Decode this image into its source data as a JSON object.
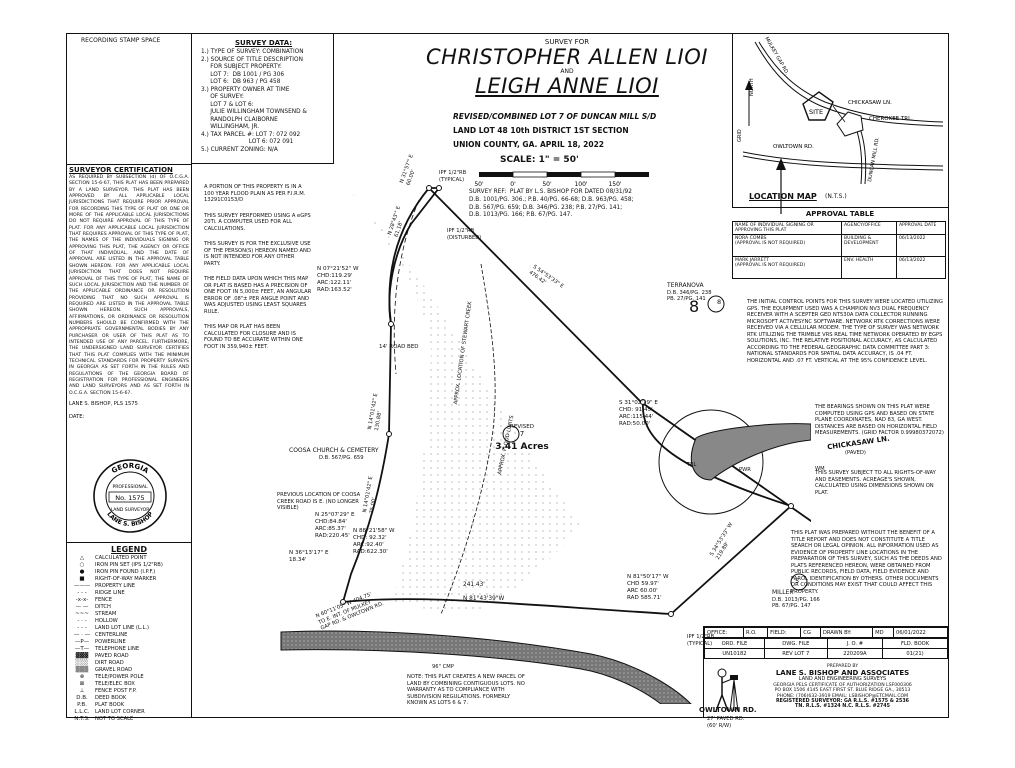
{
  "recording_stamp": "RECORDING STAMP SPACE",
  "survey_data": {
    "heading": "SURVEY DATA:",
    "lines": [
      "1.) TYPE OF SURVEY: COMBINATION",
      "2.) SOURCE OF TITLE DESCRIPTION",
      "     FOR SUBJECT PROPERTY:",
      "     LOT 7:  DB 1001 / PG 306",
      "     LOT 6:  DB 963 / PG 458",
      "3.) PROPERTY OWNER AT TIME",
      "     OF SURVEY:",
      "     LOT 7 & LOT 6:",
      "     JULIE WILLINGHAM TOWNSEND &",
      "     RANDOLPH CLAIBORNE",
      "     WILLINGHAM, JR.",
      "4.) TAX PARCEL #: LOT 7: 072 092",
      "                          LOT 6: 072 091",
      "5.) CURRENT ZONING: N/A"
    ]
  },
  "title": {
    "survey_for": "SURVEY FOR",
    "name1": "CHRISTOPHER ALLEN LIOI",
    "and": "AND",
    "name2": "LEIGH ANNE LIOI",
    "subtitle": "REVISED/COMBINED LOT 7 OF DUNCAN MILL S/D",
    "land_lot": "LAND LOT 48  10th DISTRICT  1ST SECTION",
    "county": "UNION COUNTY,  GA.    APRIL 18, 2022",
    "scale": "SCALE:  1\" = 50'",
    "scale_ticks": [
      "50'",
      "0'",
      "50'",
      "100'",
      "150'"
    ],
    "survey_ref": "SURVEY REF:  PLAT BY L.S. BISHOP FOR DATED 08/31/92\nD.B. 1001/PG. 306.; P.B. 40/PG. 66-68; D.B. 963/PG. 458;\nD.B. 567/PG. 659; D.B. 346/PG. 238; P.B. 27/PG. 141;\nD.B. 1013/PG. 166; P.B. 67/PG. 147."
  },
  "location_map": {
    "title": "LOCATION MAP",
    "nts": "(N.T.S.)",
    "roads": [
      "MULKEY GAP RD.",
      "CHICKASAW LN.",
      "CHEROKEE TRL.",
      "OWLTOWN RD.",
      "DUNCAN MILL RD."
    ],
    "site": "SITE",
    "north": "NORTH",
    "grid": "GRID"
  },
  "approval": {
    "title": "APPROVAL TABLE",
    "headers": [
      "NAME OF INDIVIDUAL SIGNING OR APPROVING THIS PLAT",
      "AGENCY/OFFICE",
      "APPROVAL DATE"
    ],
    "rows": [
      [
        "NORA COMBS\n(APPROVAL IS NOT REQUIRED)",
        "BUILDING &\nDEVELOPMENT",
        "06/13/2022"
      ],
      [
        "MARK JARRETT\n(APPROVAL IS NOT REQUIRED)",
        "ENV. HEALTH",
        "06/13/2022"
      ]
    ]
  },
  "certification": {
    "heading": "SURVEYOR CERTIFICATION",
    "text": "AS REQUIRED BY SUBSECTION (d) OF O.C.G.A. SECTION 15-6-67, THIS PLAT HAS BEEN PREPARED BY A LAND SURVEYOR. THIS PLAT HAS BEEN APPROVED BY ALL APPLICABLE LOCAL JURISDICTIONS THAT REQUIRE PRIOR APPROVAL FOR RECORDING THIS TYPE OF PLAT OR ONE OR MORE OF THE APPLICABLE LOCAL JURISDICTIONS DO NOT REQUIRE APPROVAL OF THIS TYPE OF PLAT. FOR ANY APPLICABLE LOCAL JURISDICTION THAT REQUIRES APPROVAL OF THIS TYPE OF PLAT, THE NAMES OF THE INDIVIDUALS SIGNING OR APPROVING THIS PLAT, THE AGENCY OR OFFICE OF THAT INDIVIDUAL, AND THE DATE OF APPROVAL ARE LISTED IN THE APPROVAL TABLE SHOWN HEREON. FOR ANY APPLICABLE LOCAL JURISDICTION THAT DOES NOT REQUIRE APPROVAL OF THIS TYPE OF PLAT, THE NAME OF SUCH LOCAL JURISDICTION AND THE NUMBER OF THE APPLICABLE ORDINANCE OR RESOLUTION PROVIDING THAT NO SUCH APPROVAL IS REQUIRED ARE LISTED IN THE APPROVAL TABLE SHOWN HEREON. SUCH APPROVALS, AFFIRMATIONS, OR ORDINANCE OR RESOLUTION NUMBERS SHOULD BE CONFIRMED WITH THE APPROPRIATE GOVERNMENTAL BODIES BY ANY PURCHASER OR USER OF THIS PLAT AS TO INTENDED USE OF ANY PARCEL. FURTHERMORE, THE UNDERSIGNED LAND SURVEYOR CERTIFIES THAT THIS PLAT COMPLIES WITH THE MINIMUM TECHNICAL STANDARDS FOR PROPERTY SURVEYS IN GEORGIA AS SET FORTH IN THE RULES AND REGULATIONS OF THE GEORGIA BOARD OF REGISTRATION FOR PROFESSIONAL ENGINEERS AND LAND SURVEYORS AND AS SET FORTH IN O.C.G.A. SECTION 15-6-67.",
    "signer": "LANE S. BISHOP, PLS 1575",
    "date_label": "DATE:",
    "seal": {
      "top": "GEORGIA",
      "mid1": "PROFESSIONAL",
      "mid2": "LAND SURVEYOR",
      "num": "No. 1575",
      "bottom": "LANE S. BISHOP"
    }
  },
  "legend": {
    "heading": "LEGEND",
    "items": [
      {
        "sym": "△",
        "label": "CALCULATED POINT"
      },
      {
        "sym": "○",
        "label": "IRON PIN SET (IPS 1/2\"RB)"
      },
      {
        "sym": "●",
        "label": "IRON PIN FOUND (I.P.F.)"
      },
      {
        "sym": "■",
        "label": "RIGHT-OF-WAY MARKER"
      },
      {
        "sym": "———",
        "label": "PROPERTY LINE"
      },
      {
        "sym": "- - -",
        "label": "RIDGE LINE"
      },
      {
        "sym": "-x-x-",
        "label": "FENCE"
      },
      {
        "sym": "— —",
        "label": "DITCH"
      },
      {
        "sym": "~~~",
        "label": "STREAM"
      },
      {
        "sym": "- · -",
        "label": "HOLLOW"
      },
      {
        "sym": "- - -",
        "label": "LAND LOT LINE (L.L.)"
      },
      {
        "sym": "— · —",
        "label": "CENTERLINE"
      },
      {
        "sym": "—P—",
        "label": "POWERLINE"
      },
      {
        "sym": "—T—",
        "label": "TELEPHONE LINE"
      },
      {
        "sym": "▓▓▓",
        "label": "PAVED ROAD"
      },
      {
        "sym": "░░░",
        "label": "DIRT ROAD"
      },
      {
        "sym": "▒▒▒",
        "label": "GRAVEL ROAD"
      },
      {
        "sym": "⊗",
        "label": "TELE/POWER POLE"
      },
      {
        "sym": "⊠",
        "label": "TELE/ELEC BOX"
      },
      {
        "sym": "⊥",
        "label": "FENCE POST F.P."
      },
      {
        "sym": "D.B.",
        "label": "DEED BOOK"
      },
      {
        "sym": "P.B.",
        "label": "PLAT BOOK"
      },
      {
        "sym": "L.L.C.",
        "label": "LAND LOT CORNER"
      },
      {
        "sym": "N.T.S.",
        "label": "NOT TO SCALE"
      }
    ]
  },
  "notes_left": [
    "A PORTION OF THIS PROPERTY IS IN A 100 YEAR FLOOD PLAIN AS PER F.I.R.M. 13291C0153/D",
    "THIS SURVEY PERFORMED USING A eGPS 20Ti. A COMPUTER USED FOR ALL CALCULATIONS.",
    "THIS SURVEY IS FOR THE EXCLUSIVE USE OF THE PERSON(S) HEREON NAMED AND IS NOT INTENDED FOR ANY OTHER PARTY.",
    "THE FIELD DATA UPON WHICH THIS MAP OR PLAT IS BASED HAS A PRECISION OF ONE FOOT IN 5,000± FEET, AN ANGULAR ERROR OF .08\"± PER ANGLE POINT AND WAS ADJUSTED USING LEAST SQUARES RULE.",
    "THIS MAP OR PLAT HAS BEEN CALCULATED FOR CLOSURE AND IS FOUND TO BE ACCURATE WITHIN ONE FOOT IN 359,940± FEET."
  ],
  "notes_right": [
    "THE INITIAL CONTROL POINTS FOR THIS SURVEY WERE LOCATED UTILIZING GPS. THE EQUIPMENT USED WAS A CHAMPION NV3 DUAL FREQUENCY RECEIVER WITH A SCEPTER GED NT530A DATA COLLECTOR RUNNING MICROSOFT ACTIVESYNC SOFTWARE. NETWORK RTK CORRECTIONS WERE RECEIVED VIA A CELLULAR MODEM. THE TYPE OF SURVEY WAS NETWORK RTK UTILIZING THE TRIMBLE VRS REAL TIME NETWORK OPERATED BY EGPS SOLUTIONS, INC. THE RELATIVE POSITIONAL ACCURACY, AS CALCULATED ACCORDING TO THE FEDERAL GEOGRAPHIC DATA COMMITTEE PART 3: NATIONAL STANDARDS FOR SPATIAL DATA ACCURACY, IS .04 FT. HORIZONTAL AND .07 FT. VERTICAL AT THE 95% CONFIDENCE LEVEL.",
    "THE BEARINGS SHOWN ON THIS PLAT WERE COMPUTED USING GPS AND BASED ON STATE PLANE COORDINATES, NAD 83, GA WEST. DISTANCES ARE BASED ON HORIZONTAL FIELD MEASUREMENTS. (GRID FACTOR 0.99980372072)",
    "THIS SURVEY SUBJECT TO ALL RIGHTS-OF-WAY AND EASEMENTS. ACREAGE'S SHOWN, CALCULATED USING DIMENSIONS SHOWN ON PLAT.",
    "THIS PLAT WAS PREPARED WITHOUT THE BENEFIT OF A TITLE REPORT AND DOES NOT CONSTITUTE A TITLE SEARCH OR LEGAL OPINION. ALL INFORMATION USED AS EVIDENCE OF PROPERTY LINE LOCATIONS IN THE PREPARATION OF THIS SURVEY, SUCH AS THE DEEDS AND PLATS REFERENCED HEREON, WERE OBTAINED FROM PUBLIC RECORDS, FIELD DATA, FIELD EVIDENCE AND PAROL IDENTIFICATION BY OTHERS. OTHER DOCUMENTS OR CONDITIONS MAY EXIST THAT COULD AFFECT THIS PROPERTY."
  ],
  "note_bottom": "NOTE: THIS PLAT CREATES A NEW PARCEL OF LAND BY COMBINING CONTIGUOUS LOTS. NO WARRANTY AS TO COMPLIANCE WITH SUBDIVISION REGULATIONS. FORMERLY KNOWN AS LOTS 6 & 7.",
  "plan": {
    "lot_circle": "7",
    "revised": "REVISED",
    "acres": "3.41 Acres",
    "terranova": {
      "num": "8",
      "name": "TERRANOVA",
      "ref": "D.B. 346/PG. 238\nPB. 27/PG. 141"
    },
    "miller": {
      "num": "5",
      "name": "MILLER",
      "ref": "D.B. 1013/PG. 166\nPB. 67/PG. 147"
    },
    "coosa": {
      "name": "COOSA CHURCH & CEMETERY",
      "ref": "D.B. 567/PG. 659"
    },
    "coosa_creek": "PREVIOUS LOCATION OF COOSA CREEK ROAD IS E. (NO LONGER VISIBLE)",
    "road_bed": "14' ROAD BED",
    "chickasaw": "CHICKASAW LN.",
    "chickasaw_sub": "(PAVED)",
    "owltown": "OWLTOWN RD.",
    "owltown_sub": "27' PAVED RD.\n(60' R/W)",
    "ipf1": "IPF 1/2\"RB\n(TYPICAL)",
    "ipf2": "IPF 1/2\"RB\n(DISTURBED)",
    "ipf3": "IPF 1/2\"RB\n(TYPICAL)",
    "cmp": "96\" CMP",
    "stream_label": "APPROX. LOCATION OF STEWART CREEK",
    "flood_label": "APPROX. FLOOD LIMITS",
    "tie": "N 60°11'05\" W 404.75'\nTO E. INT. OF MULKEY\nGAP RD. & OWLTOWN RD.",
    "calls": {
      "c1": "N 31°57'\" E\n60.00'",
      "c2": "N 28°43'\" E\n61.18'",
      "c3": "N 07°21'52\" W\nCHD:119.29'\nARC:122.11'\nRAD:163.52'",
      "c4": "N 14°01'42\" E\n130.88'",
      "c5": "N 14°01'42\" E\n75.00'",
      "c6": "N 25°07'29\" E\nCHD:84.84'\nARC:85.37'\nRAD:220.45'",
      "c7": "N 36°13'17\" E\n18.34'",
      "c8": "N 88°21'58\" W\nCHD: 92.32'\nARC:92.40'\nRAD:622.30'",
      "c9": "241.43'",
      "c10": "N 81°43'39\"W",
      "c11": "N 81°50'17\" W\nCHD 59.97'\nARC 60.00'\nRAD 585.71'",
      "c12": "S 54°53'33\" E\n476.42'",
      "c13": "S 31°02'19\" E\nCHD: 91.45'\nARC:115.44'\nRAD:50.00'",
      "c14": "S 34°53'33\" W\n219.89'",
      "tel": "TEL",
      "pwr": "PWR",
      "wm": "WM"
    }
  },
  "title_block": {
    "row1": [
      "OFFICE:",
      "R.O.",
      "FIELD:",
      "CG",
      "DRAWN BY:",
      "MD",
      "06/01/2022"
    ],
    "row2": [
      "ORD. FILE",
      "DWG. FILE",
      "J. O. #",
      "FLD. BOOK"
    ],
    "row3": [
      "UN10182",
      "REV LOT 7",
      "220209A",
      "01(21)"
    ],
    "prepared_by": "PREPARED BY",
    "firm": "LANE S. BISHOP AND ASSOCIATES",
    "firm_sub": "LAND AND ENGINEERING SURVEYS",
    "firm_cert": "GEORGIA PELS CERTIFICATE OF AUTHORIZATION LSF000306",
    "firm_addr": "PO BOX 1506 4145 EAST FIRST ST. BLUE RIDGE GA., 30513",
    "firm_phone": "PHONE: (706)632-3919  EMAIL: LSBISHOP@ETCMAIL.COM",
    "firm_reg": "REGISTERED SURVEYOR:  GA R.L.S. #1575 & 2536",
    "firm_rls": "TN. R.L.S. #1324   N.C. R.L.S. #2745"
  }
}
